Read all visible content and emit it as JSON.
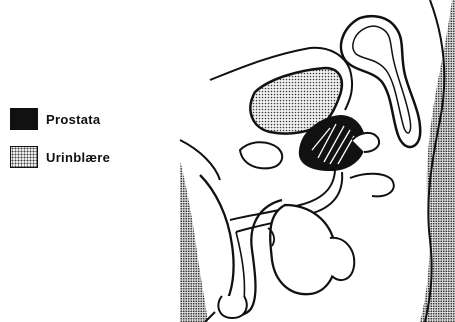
{
  "legend": {
    "items": [
      {
        "label": "Prostata",
        "swatch": "solid-black"
      },
      {
        "label": "Urinblære",
        "swatch": "dotted-grey"
      }
    ]
  },
  "colors": {
    "ink": "#111111",
    "paper": "#ffffff",
    "stipple": "#444444"
  }
}
